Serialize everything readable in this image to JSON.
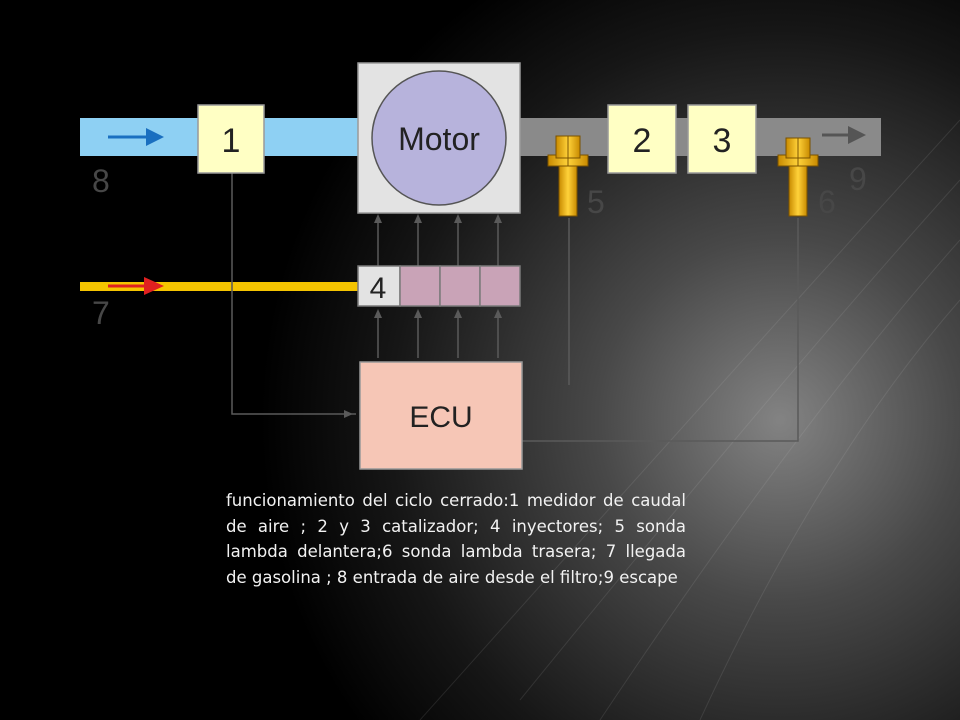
{
  "slide": {
    "caption": "funcionamiento del ciclo cerrado:1 medidor de caudal de aire ; 2 y 3 catalizador; 4 inyectores; 5 sonda lambda delantera;6 sonda lambda trasera; 7 llegada de gasolina ; 8 entrada de aire desde el filtro;9 escape"
  },
  "diagram": {
    "motor_label": "Motor",
    "ecu_label": "ECU",
    "box_1": "1",
    "box_2": "2",
    "box_3": "3",
    "injector_label": "4",
    "label_5": "5",
    "label_6": "6",
    "label_7": "7",
    "label_8": "8",
    "label_9": "9"
  },
  "colors": {
    "intake_pipe": "#8ed0f3",
    "exhaust_pipe": "#8a8a8a",
    "fuel_line": "#f5c400",
    "sensor_box": "#ffffc4",
    "motor_circle": "#b7b3dc",
    "ecu_box": "#f6c6b6",
    "injector_cells": "#c9a3b7",
    "intake_arrow": "#1a6fc0",
    "fuel_arrow": "#e02020",
    "lambda_probe": "#e8a800"
  },
  "icons": [
    "intake-arrow-icon",
    "exhaust-arrow-icon",
    "fuel-arrow-icon",
    "lambda-probe-icon"
  ]
}
